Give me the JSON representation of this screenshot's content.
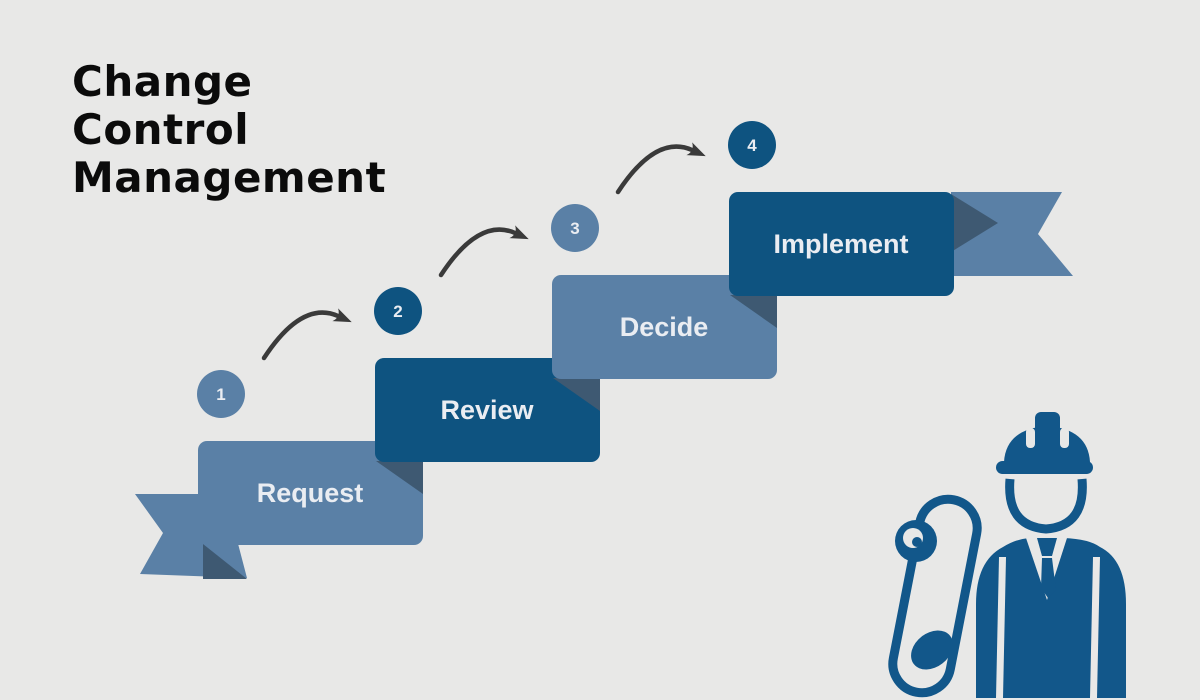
{
  "title": {
    "lines": [
      "Change",
      "Control",
      "Management"
    ],
    "full_text": "Change Control Management"
  },
  "steps": [
    {
      "number": "1",
      "label": "Request",
      "box_color": "#5A80A6",
      "circle_color": "#5A80A6"
    },
    {
      "number": "2",
      "label": "Review",
      "box_color": "#0E5380",
      "circle_color": "#0E5380"
    },
    {
      "number": "3",
      "label": "Decide",
      "box_color": "#5A80A6",
      "circle_color": "#5A80A6"
    },
    {
      "number": "4",
      "label": "Implement",
      "box_color": "#0E5380",
      "circle_color": "#0E5380"
    }
  ],
  "colors": {
    "background": "#E8E8E7",
    "medium_blue": "#5A80A6",
    "dark_navy": "#0E5380",
    "ribbon_fold_slate": "#3E5972",
    "engineer_blue": "#12578A",
    "arrow_gray": "#3A3A3A",
    "label_text": "#EAEDF2",
    "title_text": "#0B0B0B"
  },
  "icons": {
    "arrow": "curved-arrow-icon",
    "engineer": "engineer-with-blueprint-icon",
    "ribbon": "ribbon-banner"
  }
}
